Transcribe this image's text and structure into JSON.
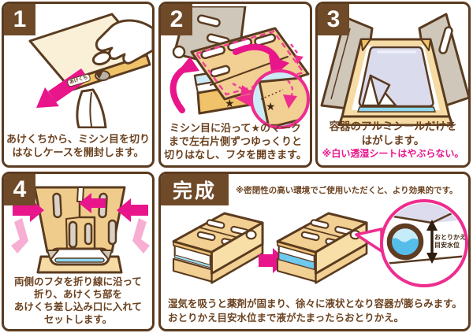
{
  "colors": {
    "outline_brown": "#5a3b20",
    "badge_brown": "#6f4a28",
    "text_brown": "#6b4220",
    "magenta": "#e9158b",
    "light_pink": "#f7aed3",
    "warning_pink": "#e9158b",
    "cardboard": "#f2cf92",
    "cardboard_dark": "#f0c36b",
    "cream": "#faf0d8",
    "taupe_gray": "#cfc7ba",
    "lavender_seal": "#dbdbee",
    "water_blue": "#55bdea",
    "pale_blue": "#cdeaf7"
  },
  "panels": [
    {
      "badge": "1",
      "box_label": "あけくち",
      "caption_lines": [
        "あけくちから、ミシン目を切り",
        "はなしケースを開封します。"
      ]
    },
    {
      "badge": "2",
      "star": "★",
      "caption_lines": [
        "ミシン目に沿って★のマーク",
        "まで左右片側ずつゆっくりと",
        "切りはなし、フタを開きます。"
      ]
    },
    {
      "badge": "3",
      "caption_lines": [
        "容器のアルミシールだけを",
        "はがします。"
      ],
      "warning": "※白い透湿シートはやぶらない。"
    },
    {
      "badge": "4",
      "caption_lines": [
        "両側のフタを折り線に沿って",
        "折り、あけくち部を",
        "あけくち差し込み口に入れて",
        "セットします。"
      ]
    },
    {
      "badge": "完成",
      "note": "※密閉性の高い環境でご使用いただくと、より効果的です。",
      "caption_lines": [
        "湿気を吸うと薬剤が固まり、徐々に液状となり容器が膨らみます。",
        "おとりかえ目安水位まで液がたまったらおとりかえ。"
      ],
      "magnifier_label_lines": [
        "おとりかえ",
        "目安水位"
      ]
    }
  ]
}
